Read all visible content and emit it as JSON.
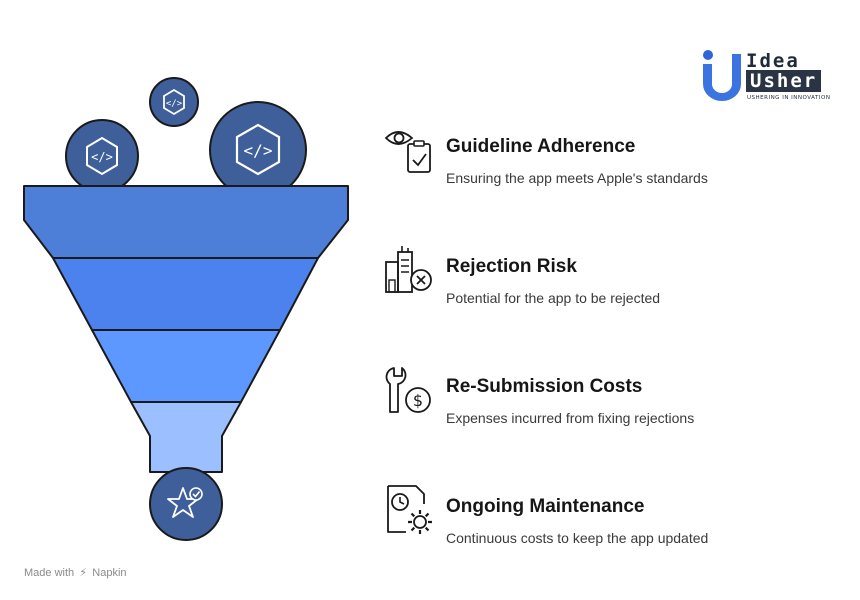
{
  "logo": {
    "line1": "Idea",
    "line2": "Usher",
    "tagline": "USHERING IN INNOVATION"
  },
  "items": [
    {
      "title": "Guideline Adherence",
      "desc": "Ensuring the app meets Apple's standards",
      "icon": "eye-clipboard-icon"
    },
    {
      "title": "Rejection Risk",
      "desc": "Potential for the app to be rejected",
      "icon": "rejected-building-icon"
    },
    {
      "title": "Re-Submission Costs",
      "desc": "Expenses incurred from fixing rejections",
      "icon": "wrench-dollar-icon"
    },
    {
      "title": "Ongoing Maintenance",
      "desc": "Continuous costs to keep the app updated",
      "icon": "clock-gear-document-icon"
    }
  ],
  "footer": {
    "made_with": "Made with",
    "brand": "Napkin"
  },
  "colors": {
    "funnel_top": "#4d7fd9",
    "funnel_layer2": "#4b82ee",
    "funnel_layer3": "#5c98ff",
    "funnel_spout": "#9cc0ff",
    "circle_fill": "#3e5f99",
    "outline": "#1a1a1a"
  }
}
